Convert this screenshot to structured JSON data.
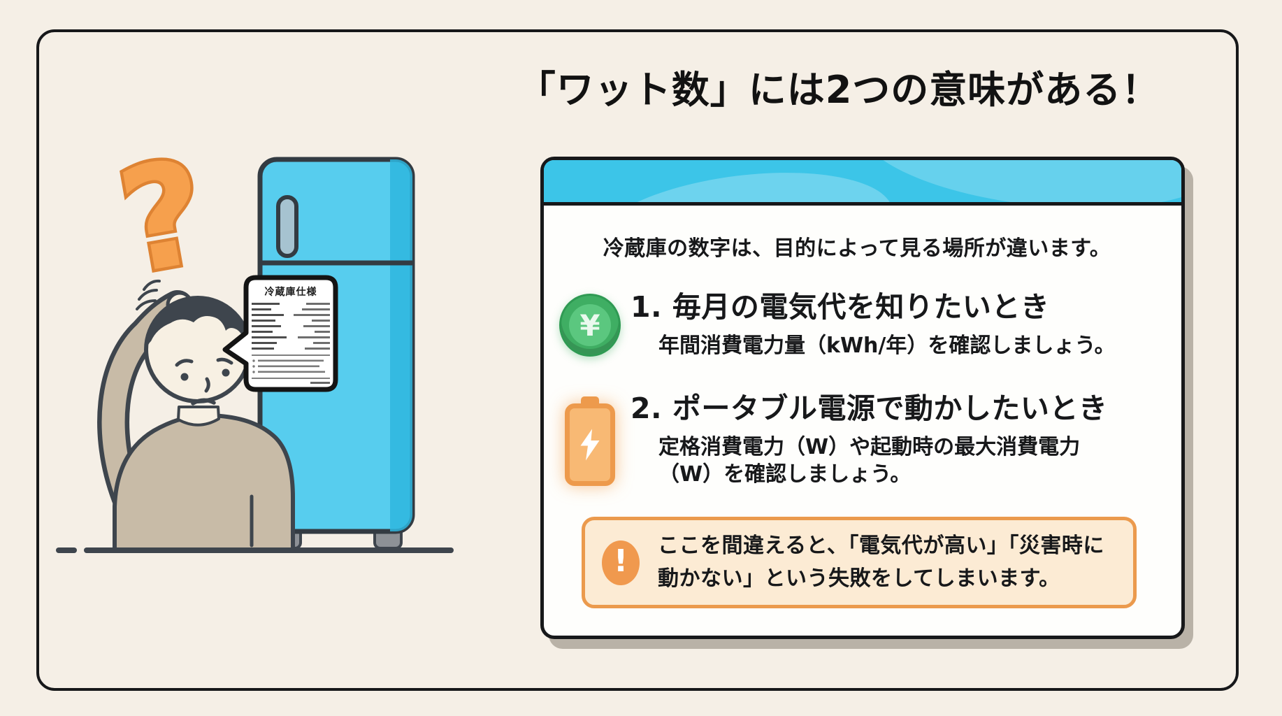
{
  "title": "「ワット数」には2つの意味がある！",
  "illustration": {
    "question_mark": "?",
    "fridge_label_title": "冷蔵庫仕様"
  },
  "card": {
    "intro": "冷蔵庫の数字は、目的によって見る場所が違います。",
    "items": [
      {
        "icon": "yen-coin-icon",
        "icon_symbol": "¥",
        "heading": "1. 毎月の電気代を知りたいとき",
        "description_lines": [
          "年間消費電力量（kWh/年）を確認しましょう。"
        ]
      },
      {
        "icon": "battery-icon",
        "heading": "2. ポータブル電源で動かしたいとき",
        "description_lines": [
          "定格消費電力（W）や起動時の最大消費電力",
          "（W）を確認しましょう。"
        ]
      }
    ],
    "warning": {
      "icon_symbol": "!",
      "lines": [
        "ここを間違えると、「電気代が高い」「災害時に",
        "動かない」という失敗をしてしまいます。"
      ]
    }
  },
  "colors": {
    "background": "#F5EFE6",
    "frame_border": "#17181A",
    "card_header": "#3CC5E8",
    "fridge_body": "#57CDEE",
    "fridge_shade": "#2EB6DE",
    "question_mark": "#F6A04D",
    "coin_green": "#5BC77F",
    "battery_orange": "#F8B974",
    "warning_border": "#EB9A4D",
    "warning_bg": "#FCEBD4",
    "sweater": "#C8BBA7",
    "outline": "#3E454D"
  }
}
